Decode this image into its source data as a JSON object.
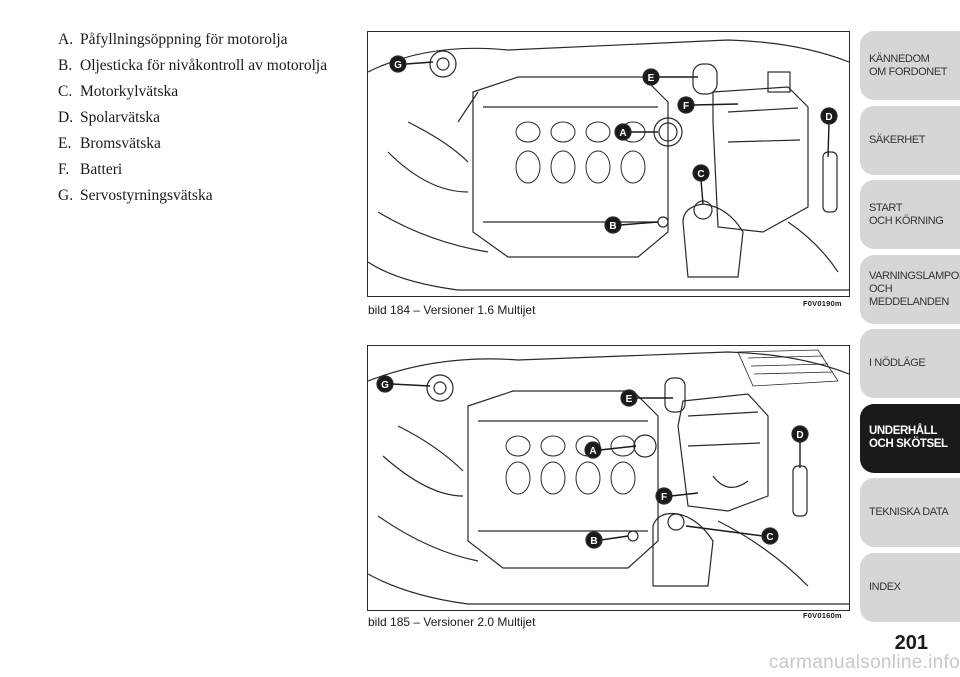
{
  "legend": [
    {
      "key": "A.",
      "text": "Påfyllningsöppning för motorolja"
    },
    {
      "key": "B.",
      "text": "Oljesticka för nivåkontroll av motorolja"
    },
    {
      "key": "C.",
      "text": "Motorkylvätska"
    },
    {
      "key": "D.",
      "text": "Spolarvätska"
    },
    {
      "key": "E.",
      "text": "Bromsvätska"
    },
    {
      "key": "F.",
      "text": "Batteri"
    },
    {
      "key": "G.",
      "text": "Servostyrningsvätska"
    }
  ],
  "figures": [
    {
      "caption": "bild 184 – Versioner 1.6 Multijet",
      "code": "F0V0190m"
    },
    {
      "caption": "bild 185 – Versioner 2.0 Multijet",
      "code": "F0V0160m"
    }
  ],
  "callouts": [
    "A",
    "B",
    "C",
    "D",
    "E",
    "F",
    "G"
  ],
  "tabs": [
    {
      "label": "KÄNNEDOM\nOM FORDONET",
      "active": false
    },
    {
      "label": "SÄKERHET",
      "active": false
    },
    {
      "label": "START\nOCH KÖRNING",
      "active": false
    },
    {
      "label": "VARNINGSLAMPOR\nOCH\nMEDDELANDEN",
      "active": false
    },
    {
      "label": "I NÖDLÄGE",
      "active": false
    },
    {
      "label": "UNDERHÅLL\nOCH SKÖTSEL",
      "active": true
    },
    {
      "label": "TEKNISKA DATA",
      "active": false
    },
    {
      "label": "INDEX",
      "active": false
    }
  ],
  "page_number": "201",
  "watermark": "carmanualsonline.info",
  "colors": {
    "tab_inactive": "#d6d6d6",
    "tab_active": "#1a1a1a",
    "callout": "#1a1a1a"
  }
}
